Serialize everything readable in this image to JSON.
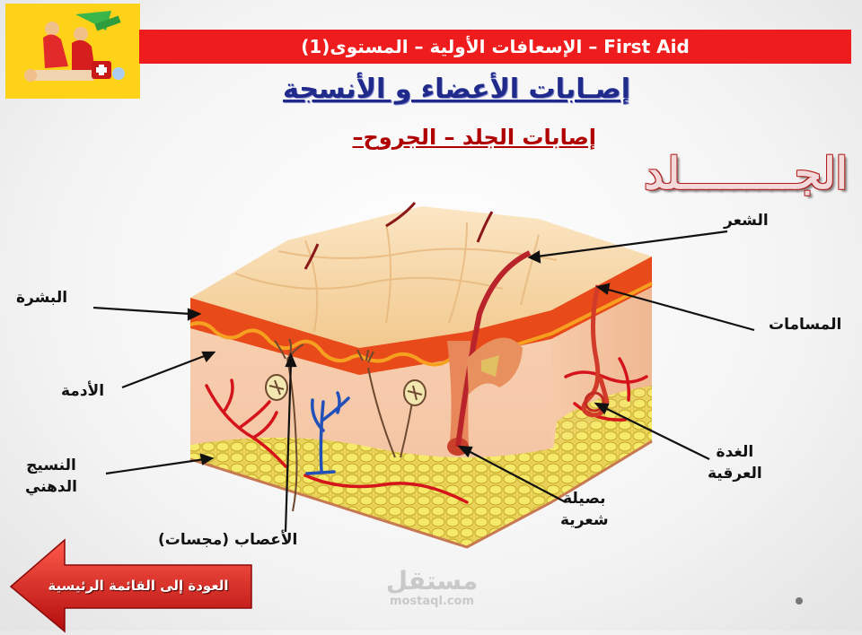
{
  "header": {
    "title": "الإسعافات الأولية – المستوى(1)  –  First Aid"
  },
  "slide": {
    "title": "إصـابات الأعضاء و الأنسجة",
    "subtitle": "إصابات الجلد – الجروح–",
    "section_heading": "الجـــــــــلد"
  },
  "diagram": {
    "labels": {
      "epidermis": "البشرة",
      "dermis": "الأدمة",
      "fat_tissue_line1": "النسيج",
      "fat_tissue_line2": "الدهني",
      "nerves": "الأعصاب (مجسات)",
      "hair_follicle_line1": "بصيلة",
      "hair_follicle_line2": "شعرية",
      "sweat_gland_line1": "الغدة",
      "sweat_gland_line2": "العرقية",
      "pores": "المسامات",
      "hair": "الشعر"
    }
  },
  "navigation": {
    "back_button": "العودة إلى القائمة الرئيسية"
  },
  "watermark": {
    "name": "مستقل",
    "site": "mostaql.com"
  },
  "colors": {
    "banner": "#ee1c1c",
    "title": "#1f2a8a",
    "subtitle": "#b00000",
    "logo_bg": "#ffd21a"
  }
}
